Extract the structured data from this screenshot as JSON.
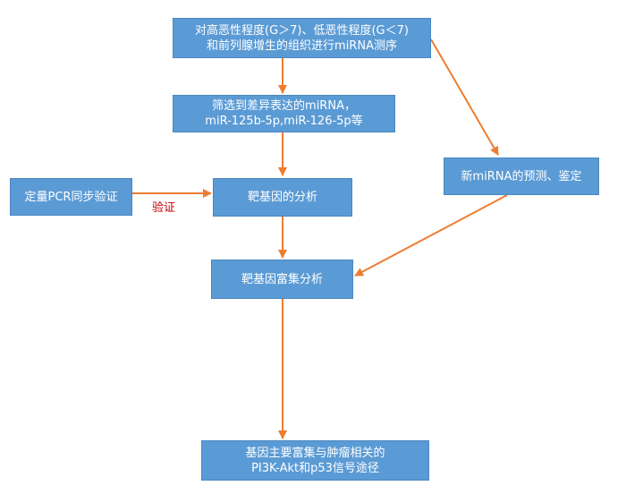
{
  "nodes": {
    "sequencing": {
      "lines": [
        "对高恶性程度(G＞7)、低恶性程度(G＜7)",
        "和前列腺增生的组织进行miRNA测序"
      ]
    },
    "screening": {
      "lines": [
        "筛选到差异表达的miRNA，",
        "miR-125b-5p,miR-126-5p等"
      ]
    },
    "new_mirna": {
      "lines": [
        "新miRNA的预测、鉴定"
      ]
    },
    "qpcr": {
      "lines": [
        "定量PCR同步验证"
      ]
    },
    "target_analysis": {
      "lines": [
        "靶基因的分析"
      ]
    },
    "enrichment": {
      "lines": [
        "靶基因富集分析"
      ]
    },
    "pathways": {
      "lines": [
        "基因主要富集与肿瘤相关的",
        "PI3K-Akt和p53信号途径"
      ]
    }
  },
  "edge_labels": {
    "qpcr_to_target": "验证"
  },
  "colors": {
    "box_fill": "#5b9bd5",
    "arrow": "#ed7d31",
    "edge_label": "#c00000"
  }
}
